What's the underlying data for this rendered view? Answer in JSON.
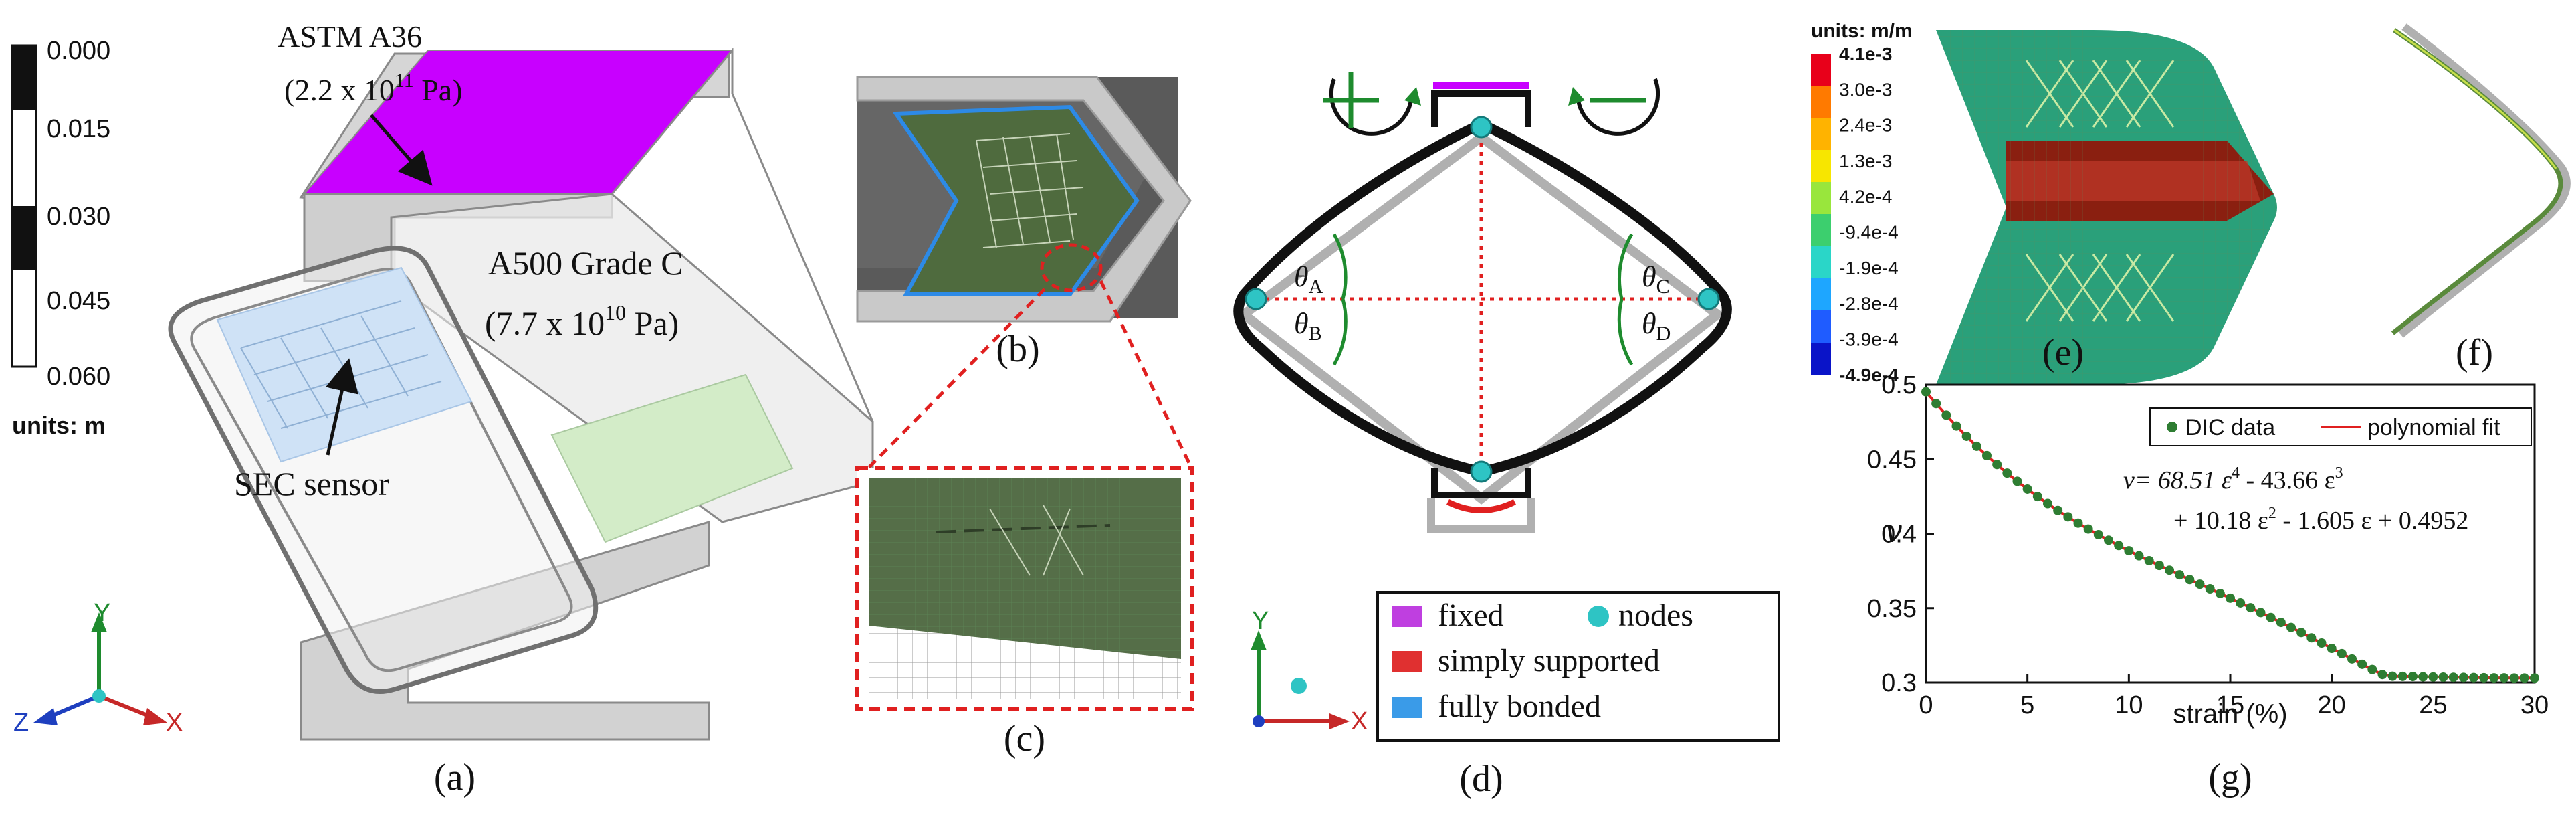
{
  "scale_bar_a": {
    "ticks": [
      "0.000",
      "0.015",
      "0.030",
      "0.045",
      "0.060"
    ],
    "units": "units: m"
  },
  "panel_a": {
    "fixed_material": "ASTM A36",
    "fixed_modulus": "(2.2 x 10",
    "fixed_modulus_exp": "11",
    "fixed_modulus_unit": " Pa)",
    "frame_material": "A500 Grade C",
    "frame_modulus": "(7.7 x 10",
    "frame_modulus_exp": "10",
    "frame_modulus_unit": " Pa)",
    "sensor_label": "SEC sensor",
    "label": "(a)"
  },
  "axes_a": {
    "y": "Y",
    "z": "Z",
    "x": "X"
  },
  "panel_b": {
    "label": "(b)"
  },
  "panel_c": {
    "label": "(c)"
  },
  "panel_d": {
    "label": "(d)",
    "theta_a": "θ",
    "theta_a_sub": "A",
    "theta_b": "θ",
    "theta_b_sub": "B",
    "theta_c": "θ",
    "theta_c_sub": "C",
    "theta_d": "θ",
    "theta_d_sub": "D"
  },
  "axes_d": {
    "y": "Y",
    "x": "X"
  },
  "legend_d": {
    "fixed": "fixed",
    "nodes": "nodes",
    "simply_supported": "simply supported",
    "fully_bonded": "fully bonded",
    "colors": {
      "fixed": "#bf3fe0",
      "simply_supported": "#e03030",
      "fully_bonded": "#3a9be8",
      "nodes": "#2ec4c4"
    }
  },
  "panel_e": {
    "label": "(e)",
    "units": "units: m/m",
    "ticks": [
      "4.1e-3",
      "3.0e-3",
      "2.4e-3",
      "1.3e-3",
      "4.2e-4",
      "-9.4e-4",
      "-1.9e-4",
      "-2.8e-4",
      "-3.9e-4",
      "-4.9e-4"
    ],
    "colors": [
      "#e8001a",
      "#ff7a00",
      "#ffb300",
      "#f7e600",
      "#99e63c",
      "#3ccf6e",
      "#2ad6c8",
      "#1ea6ff",
      "#1f5cff",
      "#0a14c8"
    ]
  },
  "panel_f": {
    "label": "(f)"
  },
  "panel_g": {
    "label": "(g)"
  },
  "chart_data": {
    "type": "scatter",
    "xlabel": "strain (%)",
    "ylabel": "ν",
    "xlim": [
      0,
      30
    ],
    "ylim": [
      0.3,
      0.5
    ],
    "xticks": [
      "0",
      "5",
      "10",
      "15",
      "20",
      "25",
      "30"
    ],
    "yticks": [
      "0.3",
      "0.35",
      "0.4",
      "0.45",
      "0.5"
    ],
    "legend": {
      "placement": "top-right",
      "dic": "DIC data",
      "fit": "polynomial fit"
    },
    "equation_line1": "ν= 68.51 ε",
    "equation_line1_exp1": "4",
    "equation_line1_mid": " - 43.66 ε",
    "equation_line1_exp2": "3",
    "equation_line2": "+ 10.18 ε",
    "equation_line2_exp": "2",
    "equation_line2_rest": " - 1.605 ε + 0.4952",
    "coefficients": [
      68.51,
      -43.66,
      10.18,
      -1.605,
      0.4952
    ],
    "series": [
      {
        "name": "DIC data",
        "color": "#2e7d32",
        "x": [
          0,
          0.5,
          1,
          1.5,
          2,
          2.5,
          3,
          3.5,
          4,
          4.5,
          5,
          5.5,
          6,
          6.5,
          7,
          7.5,
          8,
          8.5,
          9,
          9.5,
          10,
          10.5,
          11,
          11.5,
          12,
          12.5,
          13,
          13.5,
          14,
          14.5,
          15,
          15.5,
          16,
          16.5,
          17,
          17.5,
          18,
          18.5,
          19,
          19.5,
          20,
          20.5,
          21,
          21.5,
          22,
          22.5,
          23,
          23.5,
          24,
          24.5,
          25,
          25.5,
          26,
          26.5,
          27,
          27.5,
          28,
          28.5,
          29,
          29.5,
          30
        ],
        "y": [
          0.4952,
          0.4873,
          0.4796,
          0.4723,
          0.4654,
          0.4587,
          0.4524,
          0.4464,
          0.4406,
          0.4351,
          0.4299,
          0.4249,
          0.4202,
          0.4156,
          0.4113,
          0.4071,
          0.4031,
          0.3993,
          0.3956,
          0.392,
          0.3885,
          0.3851,
          0.3818,
          0.3786,
          0.3754,
          0.3723,
          0.3691,
          0.366,
          0.3629,
          0.3598,
          0.3567,
          0.3535,
          0.3503,
          0.347,
          0.3437,
          0.3404,
          0.337,
          0.3336,
          0.33,
          0.3265,
          0.3229,
          0.3194,
          0.3158,
          0.3122,
          0.3087,
          0.3053,
          0.3042,
          0.3041,
          0.304,
          0.3038,
          0.3037,
          0.3036,
          0.3035,
          0.3034,
          0.3033,
          0.3032,
          0.3031,
          0.3031,
          0.303,
          0.303,
          0.303
        ]
      },
      {
        "name": "polynomial fit",
        "color": "#e02020"
      }
    ]
  }
}
